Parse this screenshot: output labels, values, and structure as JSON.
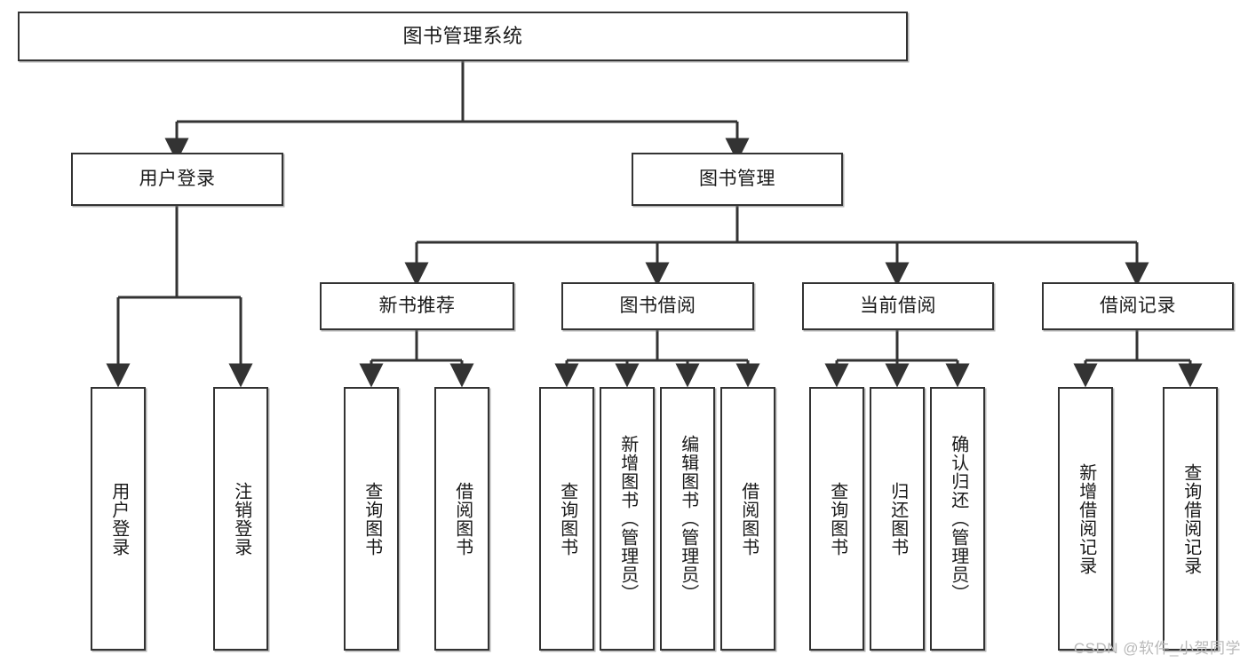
{
  "diagram": {
    "type": "tree",
    "title": "图书管理系统",
    "orientation": "top-down",
    "line_color": "#333333",
    "box_fill": "#ffffff",
    "background": "#ffffff",
    "nodes": {
      "root": {
        "label": "图书管理系统"
      },
      "level1": [
        {
          "label": "用户登录"
        },
        {
          "label": "图书管理"
        }
      ],
      "level2": [
        {
          "label": "新书推荐"
        },
        {
          "label": "图书借阅"
        },
        {
          "label": "当前借阅"
        },
        {
          "label": "借阅记录"
        }
      ],
      "leaves": {
        "user_login": [
          {
            "label": "用户登录"
          },
          {
            "label": "注销登录"
          }
        ],
        "new_book_recommend": [
          {
            "label": "查询图书"
          },
          {
            "label": "借阅图书"
          }
        ],
        "book_borrow": [
          {
            "label": "查询图书"
          },
          {
            "label": "新增图书（管理员）"
          },
          {
            "label": "编辑图书（管理员）"
          },
          {
            "label": "借阅图书"
          }
        ],
        "current_borrow": [
          {
            "label": "查询图书"
          },
          {
            "label": "归还图书"
          },
          {
            "label": "确认归还（管理员）"
          }
        ],
        "borrow_record": [
          {
            "label": "新增借阅记录"
          },
          {
            "label": "查询借阅记录"
          }
        ]
      }
    }
  },
  "watermark": {
    "text": "CSDN @软件_小贺同学"
  }
}
